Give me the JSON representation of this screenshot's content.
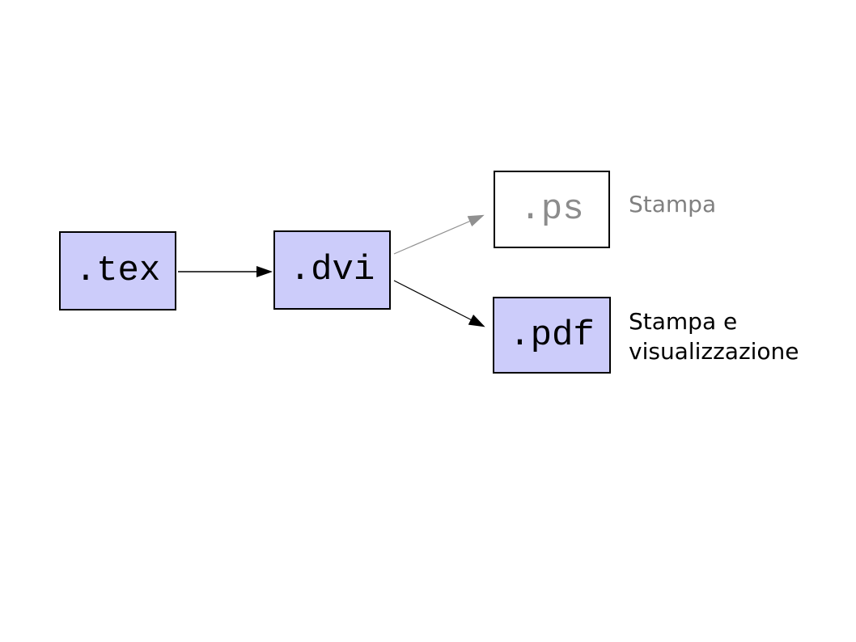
{
  "colors": {
    "bg": "#ffffff",
    "node_fill": "#ccccfa",
    "node_border": "#000000",
    "ps_fill": "#ffffff",
    "ps_text": "#8c8c8c",
    "label_gray": "#808080",
    "arrow_gray": "#909090",
    "ink": "#000000"
  },
  "nodes": [
    {
      "id": "tex",
      "label": ".tex"
    },
    {
      "id": "dvi",
      "label": ".dvi"
    },
    {
      "id": "ps",
      "label": ".ps"
    },
    {
      "id": "pdf",
      "label": ".pdf"
    }
  ],
  "annotations": [
    {
      "for": "ps",
      "text": "Stampa"
    },
    {
      "for": "pdf",
      "text": "Stampa e\nvisualizzazione"
    }
  ],
  "edges": [
    {
      "from": "tex",
      "to": "dvi",
      "color": "#000000"
    },
    {
      "from": "dvi",
      "to": "ps",
      "color": "#909090"
    },
    {
      "from": "dvi",
      "to": "pdf",
      "color": "#000000"
    }
  ]
}
